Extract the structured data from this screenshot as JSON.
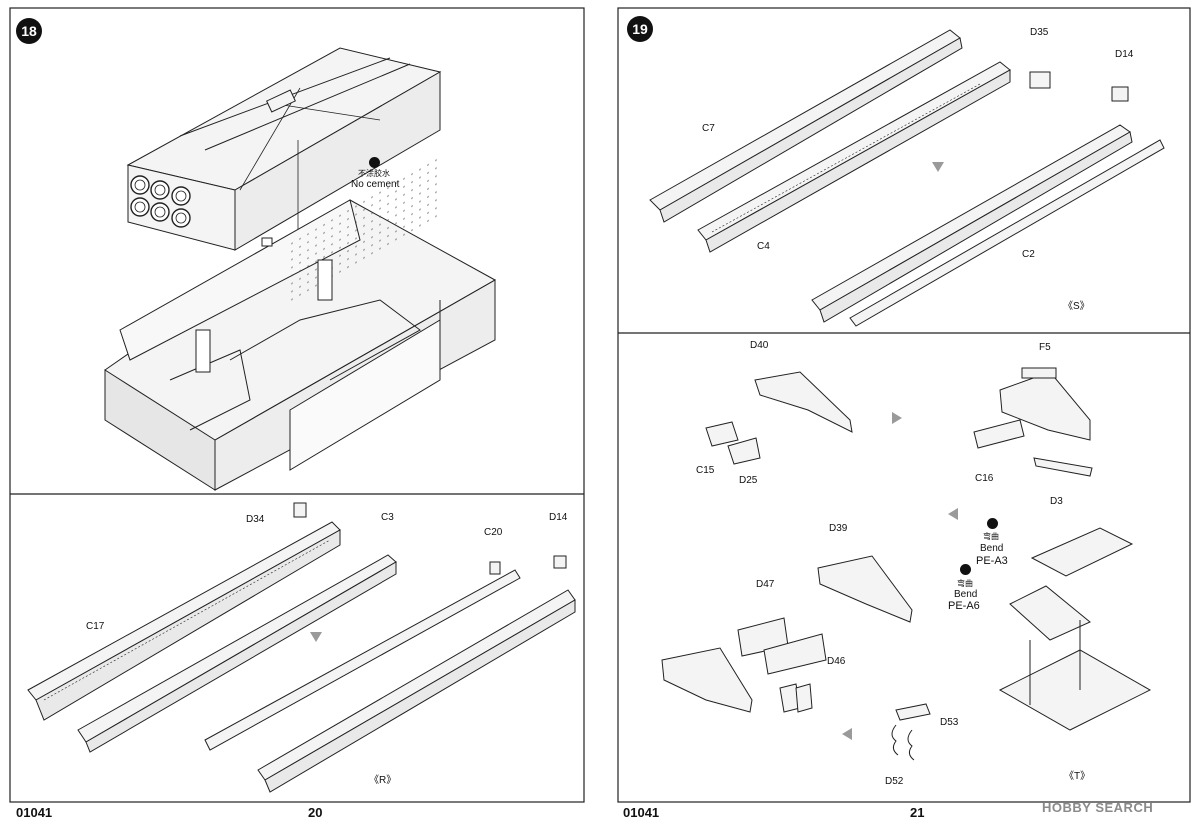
{
  "left_page": {
    "number": "20",
    "code": "01041",
    "step18": {
      "number": "18",
      "note_cn": "不涂胶水",
      "note_en": "No cement"
    },
    "subassembly_r": {
      "caption": "《R》",
      "parts": [
        "D34",
        "C3",
        "C20",
        "D14",
        "C17"
      ]
    }
  },
  "right_page": {
    "number": "21",
    "code": "01041",
    "step19": {
      "number": "19",
      "subassembly_s": {
        "caption": "《S》",
        "parts": [
          "D35",
          "D14",
          "C7",
          "C4",
          "C2"
        ]
      }
    },
    "subassembly_t": {
      "caption": "《T》",
      "parts": [
        "D40",
        "F5",
        "C15",
        "D25",
        "C16",
        "D3",
        "D39",
        "D47",
        "D46",
        "D53",
        "D52"
      ],
      "bend_notes": [
        {
          "cn": "弯曲",
          "en": "Bend",
          "part": "PE-A3"
        },
        {
          "cn": "弯曲",
          "en": "Bend",
          "part": "PE-A6"
        }
      ]
    }
  },
  "watermark": "HOBBY SEARCH",
  "colors": {
    "line": "#222222",
    "fill": "#f2f2f2",
    "arrow": "#9a9a9a"
  }
}
